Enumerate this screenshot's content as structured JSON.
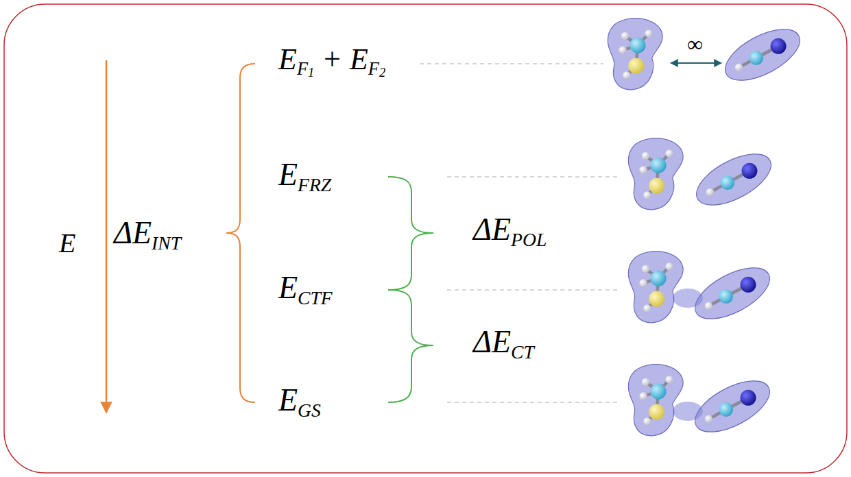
{
  "diagram": {
    "labels": [
      "E",
      "ΔEINT",
      "EF1 + EF2",
      "∞",
      "EFRZ",
      "ΔEPOL",
      "ECTF",
      "ΔECT",
      "EGS"
    ]
  }
}
